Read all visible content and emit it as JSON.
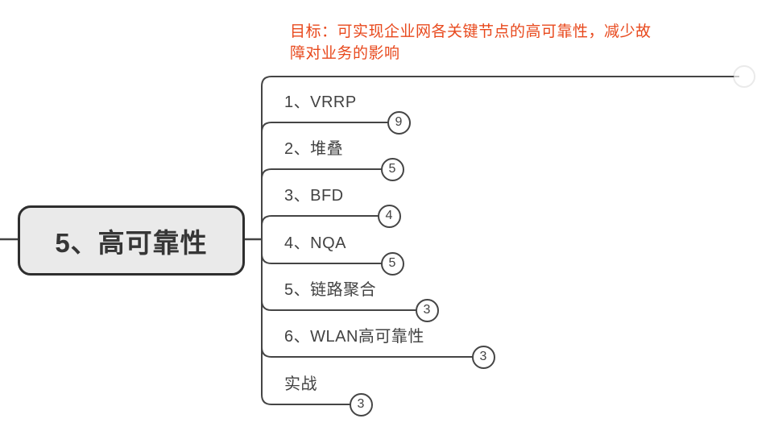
{
  "colors": {
    "orange": "#e8491d",
    "line": "#454545",
    "text": "#424242",
    "text_dark": "#363636",
    "node_fill": "#eaeaea",
    "node_border": "#2e2e2e"
  },
  "root": {
    "label": "5、高可靠性"
  },
  "goal_note": {
    "text": "目标：可实现企业网各关键节点的高可靠性，减少故\n障对业务的影响"
  },
  "branches": [
    {
      "label": "1、VRRP",
      "badge": "9"
    },
    {
      "label": "2、堆叠",
      "badge": "5"
    },
    {
      "label": "3、BFD",
      "badge": "4"
    },
    {
      "label": "4、NQA",
      "badge": "5"
    },
    {
      "label": "5、链路聚合",
      "badge": "3"
    },
    {
      "label": "6、WLAN高可靠性",
      "badge": "3"
    },
    {
      "label": "实战",
      "badge": "3"
    }
  ]
}
